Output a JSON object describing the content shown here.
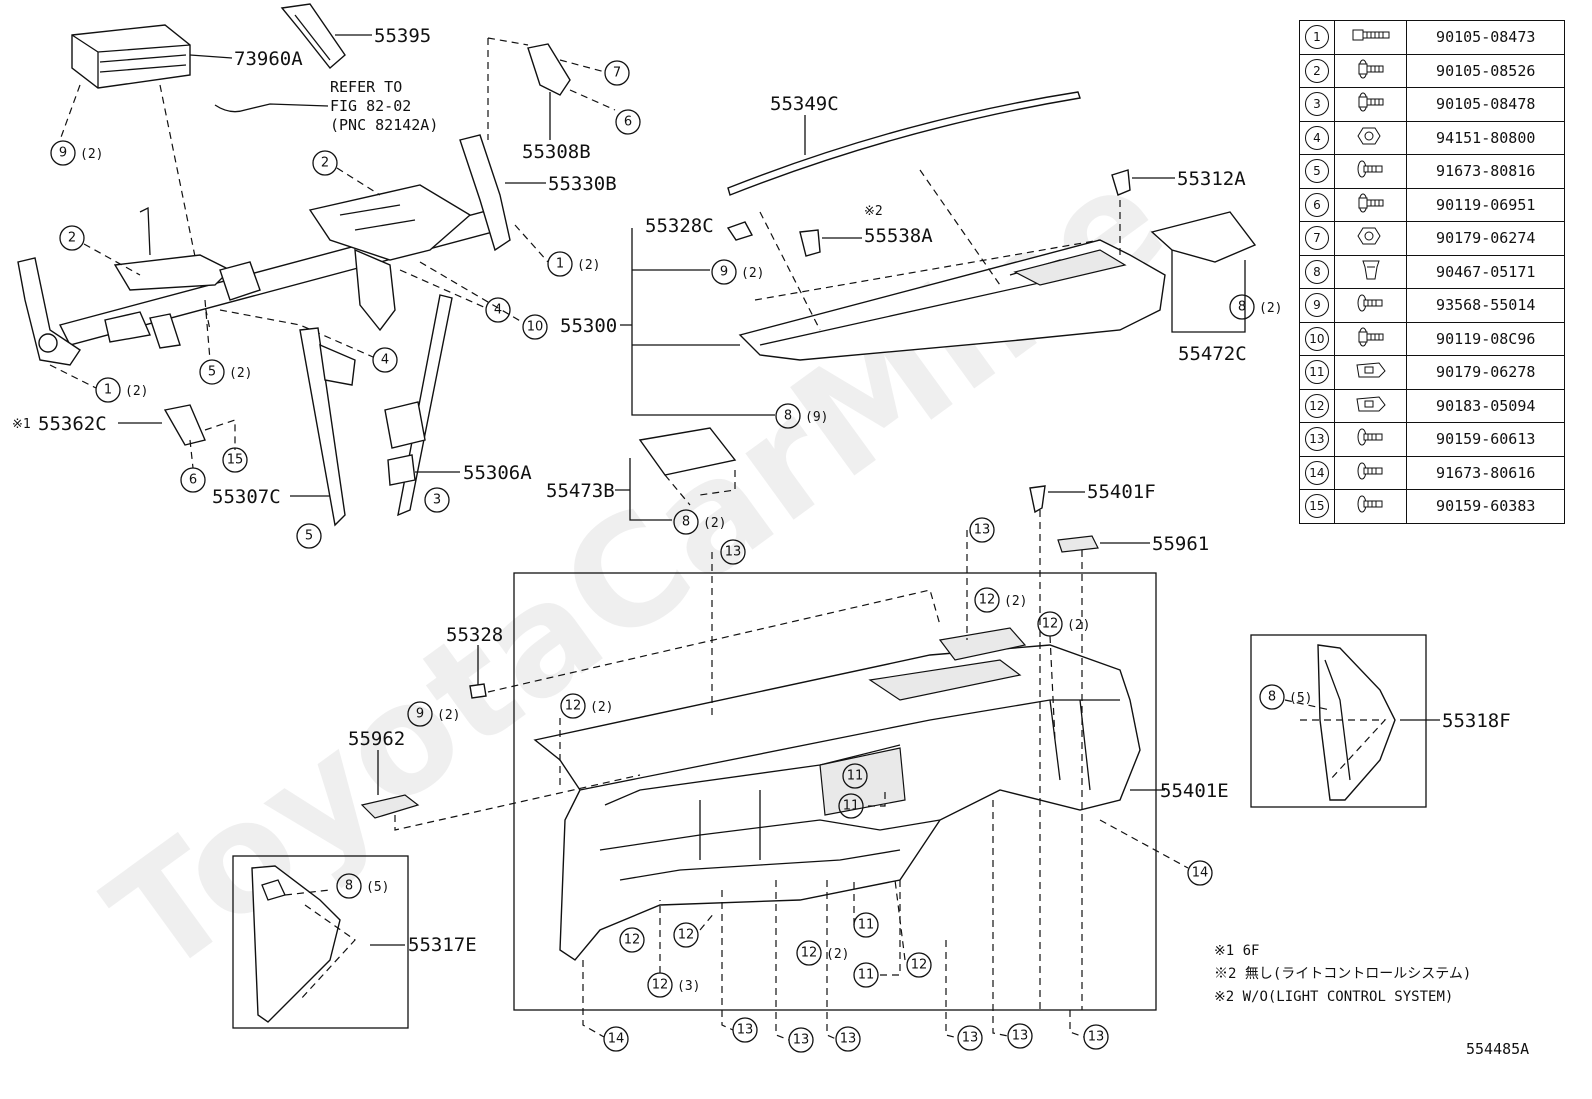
{
  "watermark": "ToyotaCarMine",
  "diagram_id": "554485A",
  "notes": [
    "※1 6F",
    "※2 無し(ライトコントロールシステム)",
    "※2 W/O(LIGHT CONTROL SYSTEM)"
  ],
  "refer_note": [
    "REFER TO",
    "FIG 82-02",
    "(PNC 82142A)"
  ],
  "part_labels": {
    "p73960A": "73960A",
    "p55395": "55395",
    "p55308B": "55308B",
    "p55330B": "55330B",
    "p55349C": "55349C",
    "p55312A": "55312A",
    "p55328C": "55328C",
    "p55538A": "55538A",
    "p55300": "55300",
    "p55472C": "55472C",
    "p55362C": "55362C",
    "p55306A": "55306A",
    "p55307C": "55307C",
    "p55473B": "55473B",
    "p55401F": "55401F",
    "p55961": "55961",
    "p55328": "55328",
    "p55962": "55962",
    "p55401E": "55401E",
    "p55318F": "55318F",
    "p55317E": "55317E"
  },
  "marks": {
    "note1": "※1",
    "note2": "※2"
  },
  "quantities": {
    "q2": "(2)",
    "q3": "(3)",
    "q5": "(5)",
    "q9": "(9)"
  },
  "fasteners": [
    {
      "no": "1",
      "part": "90105-08473",
      "icon": "long-bolt-icon"
    },
    {
      "no": "2",
      "part": "90105-08526",
      "icon": "flange-bolt-icon"
    },
    {
      "no": "3",
      "part": "90105-08478",
      "icon": "flange-bolt-icon"
    },
    {
      "no": "4",
      "part": "94151-80800",
      "icon": "nut-icon"
    },
    {
      "no": "5",
      "part": "91673-80816",
      "icon": "screw-icon"
    },
    {
      "no": "6",
      "part": "90119-06951",
      "icon": "flange-bolt-icon"
    },
    {
      "no": "7",
      "part": "90179-06274",
      "icon": "nut-icon"
    },
    {
      "no": "8",
      "part": "90467-05171",
      "icon": "clip-icon"
    },
    {
      "no": "9",
      "part": "93568-55014",
      "icon": "screw-icon"
    },
    {
      "no": "10",
      "part": "90119-08C96",
      "icon": "flange-bolt-icon"
    },
    {
      "no": "11",
      "part": "90179-06278",
      "icon": "clip-nut-icon"
    },
    {
      "no": "12",
      "part": "90183-05094",
      "icon": "clip-nut-icon"
    },
    {
      "no": "13",
      "part": "90159-60613",
      "icon": "screw-icon"
    },
    {
      "no": "14",
      "part": "91673-80616",
      "icon": "screw-icon"
    },
    {
      "no": "15",
      "part": "90159-60383",
      "icon": "screw-icon"
    }
  ]
}
